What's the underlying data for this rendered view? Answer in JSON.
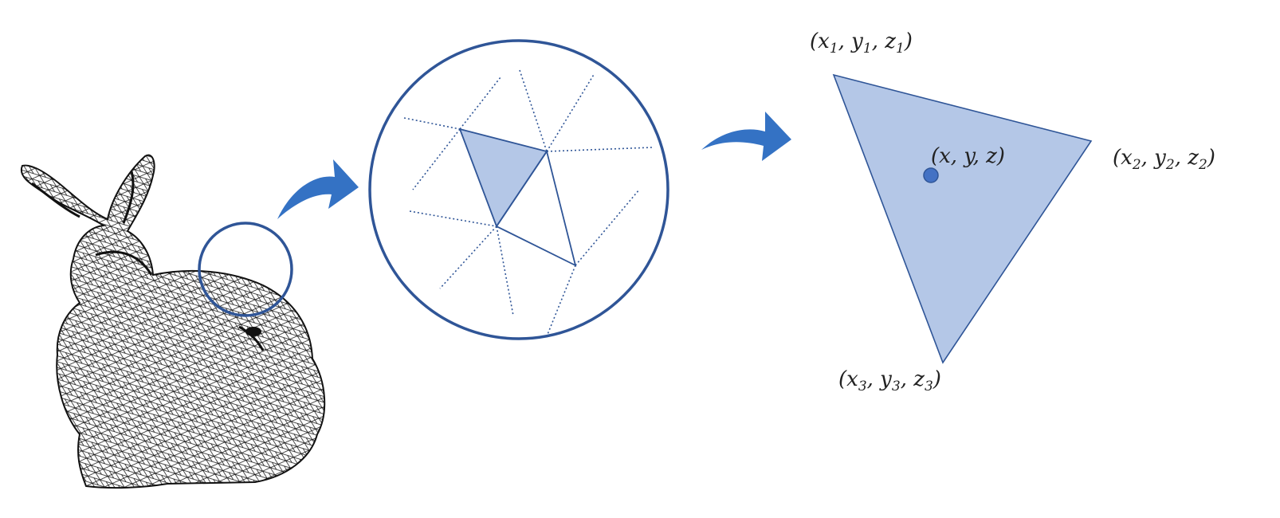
{
  "colors": {
    "outline": "#2f5597",
    "fill": "#b4c7e7",
    "arrow": "#3472c4",
    "mesh": "#111111",
    "point": "#4472c4"
  },
  "labels": {
    "v1": {
      "base": "(x",
      "vars": [
        "1",
        "1",
        "1"
      ]
    },
    "v2": {
      "base": "(x",
      "vars": [
        "2",
        "2",
        "2"
      ]
    },
    "v3": {
      "base": "(x",
      "vars": [
        "3",
        "3",
        "3"
      ]
    },
    "point": "(x, y, z)"
  },
  "icons": {
    "bunny": "mesh-bunny-icon",
    "arrow1": "curved-arrow-icon",
    "arrow2": "curved-arrow-icon"
  }
}
